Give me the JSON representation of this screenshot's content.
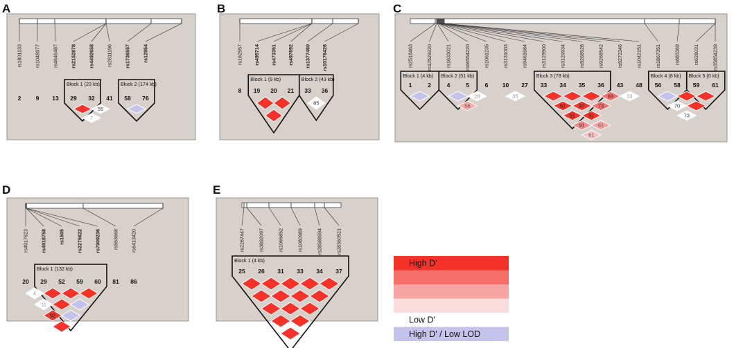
{
  "panels": [
    {
      "id": "A",
      "letter": "A",
      "snps": [
        "rs1801133",
        "rs1048977",
        "rs4646487",
        "rs2152878",
        "rs4492658",
        "rs2811196",
        "rs1736557",
        "rs12954"
      ],
      "bold": [
        3,
        4,
        6,
        7
      ],
      "nums": [
        "2",
        "9",
        "13",
        "29",
        "32",
        "41",
        "58",
        "76"
      ],
      "blocks": [
        {
          "label": "Block 1 (23 kb)",
          "first": 3,
          "last": 4
        },
        {
          "label": "Block 2 (174 kb)",
          "first": 6,
          "last": 7
        }
      ],
      "cells": [
        {
          "i": 3,
          "j": 4,
          "color": "#f5322a",
          "text": ""
        },
        {
          "i": 3,
          "j": 5,
          "color": "#ffffff",
          "text": "7",
          "tc": "#999999"
        },
        {
          "i": 4,
          "j": 5,
          "color": "#ffffff",
          "text": "55",
          "tc": "#333333"
        },
        {
          "i": 6,
          "j": 7,
          "color": "#c3c3ec",
          "text": ""
        }
      ]
    },
    {
      "id": "B",
      "letter": "B",
      "snps": [
        "rs162557",
        "rs495714",
        "rs473351",
        "rs497692",
        "rs1377460",
        "rs10176426"
      ],
      "bold": [
        1,
        2,
        3,
        4,
        5
      ],
      "nums": [
        "8",
        "19",
        "20",
        "21",
        "33",
        "36"
      ],
      "blocks": [
        {
          "label": "Block 1 (9 kb)",
          "first": 1,
          "last": 3
        },
        {
          "label": "Block 2 (43 kb)",
          "first": 4,
          "last": 5
        }
      ],
      "cells": [
        {
          "i": 1,
          "j": 2,
          "color": "#f5322a",
          "text": ""
        },
        {
          "i": 2,
          "j": 3,
          "color": "#f5322a",
          "text": ""
        },
        {
          "i": 1,
          "j": 3,
          "color": "#f5322a",
          "text": ""
        },
        {
          "i": 4,
          "j": 5,
          "color": "#ffffff",
          "text": "85",
          "tc": "#333333"
        }
      ]
    },
    {
      "id": "C",
      "letter": "C",
      "snps": [
        "rs2518463",
        "rs12529220",
        "rs1633021",
        "rs66554220",
        "rs1061235",
        "rs3131003",
        "rs9461684",
        "rs3129900",
        "rs3129934",
        "rs9268528",
        "rs9268542",
        "rs9272346",
        "rs1042151",
        "rs1867351",
        "rs683369",
        "rs628031",
        "rs35854239"
      ],
      "bold": [],
      "nums": [
        "1",
        "2",
        "4",
        "5",
        "6",
        "10",
        "27",
        "33",
        "34",
        "35",
        "36",
        "43",
        "48",
        "56",
        "58",
        "59",
        "61"
      ],
      "blocks": [
        {
          "label": "Block 1 (4 kb)",
          "first": 0,
          "last": 1
        },
        {
          "label": "Block 2 (51 kb)",
          "first": 2,
          "last": 3
        },
        {
          "label": "Block 3 (78 kb)",
          "first": 7,
          "last": 10
        },
        {
          "label": "Block 4 (8 kb)",
          "first": 13,
          "last": 14
        },
        {
          "label": "Block 5 (0 kb)",
          "first": 15,
          "last": 16
        }
      ],
      "cells": [
        {
          "i": 0,
          "j": 1,
          "color": "#c3c3ec",
          "text": ""
        },
        {
          "i": 2,
          "j": 3,
          "color": "#c3c3ec",
          "text": ""
        },
        {
          "i": 3,
          "j": 4,
          "color": "#ffffff",
          "text": "28",
          "tc": "#999999"
        },
        {
          "i": 2,
          "j": 4,
          "color": "#f7a8a8",
          "text": "56",
          "tc": "#555555"
        },
        {
          "i": 5,
          "j": 6,
          "color": "#ffffff",
          "text": "35",
          "tc": "#999999"
        },
        {
          "i": 7,
          "j": 8,
          "color": "#f5322a",
          "text": ""
        },
        {
          "i": 8,
          "j": 9,
          "color": "#f5322a",
          "text": ""
        },
        {
          "i": 9,
          "j": 10,
          "color": "#f5322a",
          "text": ""
        },
        {
          "i": 7,
          "j": 9,
          "color": "#f5322a",
          "text": "91",
          "tc": "#222222"
        },
        {
          "i": 8,
          "j": 10,
          "color": "#f5322a",
          "text": "97",
          "tc": "#222222"
        },
        {
          "i": 7,
          "j": 10,
          "color": "#f5322a",
          "text": "91",
          "tc": "#222222"
        },
        {
          "i": 10,
          "j": 11,
          "color": "#f2706e",
          "text": "69",
          "tc": "#333333"
        },
        {
          "i": 9,
          "j": 11,
          "color": "#f2706e",
          "text": "73",
          "tc": "#333333"
        },
        {
          "i": 8,
          "j": 11,
          "color": "#f5322a",
          "text": "91",
          "tc": "#222222"
        },
        {
          "i": 7,
          "j": 11,
          "color": "#f28a88",
          "text": "91",
          "tc": "#333333"
        },
        {
          "i": 8,
          "j": 12,
          "color": "#f5a4a2",
          "text": "61",
          "tc": "#555555"
        },
        {
          "i": 7,
          "j": 12,
          "color": "#f8c0bf",
          "text": "61",
          "tc": "#555555"
        },
        {
          "i": 11,
          "j": 12,
          "color": "#ffffff",
          "text": "33",
          "tc": "#999999"
        },
        {
          "i": 13,
          "j": 14,
          "color": "#c3c3ec",
          "text": ""
        },
        {
          "i": 14,
          "j": 15,
          "color": "#f5322a",
          "text": ""
        },
        {
          "i": 15,
          "j": 16,
          "color": "#f5322a",
          "text": ""
        },
        {
          "i": 13,
          "j": 15,
          "color": "#ffffff",
          "text": "70",
          "tc": "#333333"
        },
        {
          "i": 14,
          "j": 16,
          "color": "#f5322a",
          "text": ""
        },
        {
          "i": 13,
          "j": 16,
          "color": "#ffffff",
          "text": "73",
          "tc": "#333333"
        }
      ]
    },
    {
      "id": "D",
      "letter": "D",
      "snps": [
        "rs4917623",
        "rs4918758",
        "rs1505",
        "rs2275622",
        "rs7909236",
        "rs553668",
        "rs6413420"
      ],
      "bold": [
        1,
        2,
        3,
        4
      ],
      "nums": [
        "20",
        "29",
        "52",
        "59",
        "60",
        "81",
        "86"
      ],
      "blocks": [
        {
          "label": "Block 1 (132 kb)",
          "first": 1,
          "last": 4
        }
      ],
      "cells": [
        {
          "i": 0,
          "j": 1,
          "color": "#ffffff",
          "text": "4",
          "tc": "#999999"
        },
        {
          "i": 1,
          "j": 2,
          "color": "#f5322a",
          "text": ""
        },
        {
          "i": 2,
          "j": 3,
          "color": "#f5322a",
          "text": ""
        },
        {
          "i": 3,
          "j": 4,
          "color": "#f5322a",
          "text": ""
        },
        {
          "i": 0,
          "j": 2,
          "color": "#ffffff",
          "text": "11",
          "tc": "#999999"
        },
        {
          "i": 1,
          "j": 3,
          "color": "#f5322a",
          "text": ""
        },
        {
          "i": 2,
          "j": 4,
          "color": "#c3c3ec",
          "text": ""
        },
        {
          "i": 0,
          "j": 3,
          "color": "#e8392f",
          "text": "92",
          "tc": "#222222"
        },
        {
          "i": 1,
          "j": 4,
          "color": "#c3c3ec",
          "text": ""
        },
        {
          "i": 0,
          "j": 4,
          "color": "#f5322a",
          "text": ""
        }
      ]
    },
    {
      "id": "E",
      "letter": "E",
      "snps": [
        "rs2267447",
        "rs3892097",
        "rs1065852",
        "rs1080989",
        "rs28588594",
        "rs28360521"
      ],
      "bold": [],
      "nums": [
        "25",
        "26",
        "31",
        "33",
        "34",
        "37"
      ],
      "blocks": [
        {
          "label": "Block 1 (4 kb)",
          "first": 0,
          "last": 5
        }
      ],
      "cells": "all-red"
    }
  ],
  "legend": {
    "items": [
      {
        "label": "High D'",
        "color": "#f5322a",
        "text_color": "#111111"
      },
      {
        "label": "",
        "color": "#f56e68",
        "text_color": "#111111"
      },
      {
        "label": "",
        "color": "#f7a4a2",
        "text_color": "#111111"
      },
      {
        "label": "",
        "color": "#fbdcdc",
        "text_color": "#111111"
      },
      {
        "label": "Low D'",
        "color": "#ffffff",
        "text_color": "#111111"
      },
      {
        "label": "High D' / Low LOD",
        "color": "#c3c3ec",
        "text_color": "#111111"
      }
    ]
  },
  "colors": {
    "panel_bg": "#d7d0cb",
    "strong": "#f5322a",
    "low_lod": "#c3c3ec"
  }
}
